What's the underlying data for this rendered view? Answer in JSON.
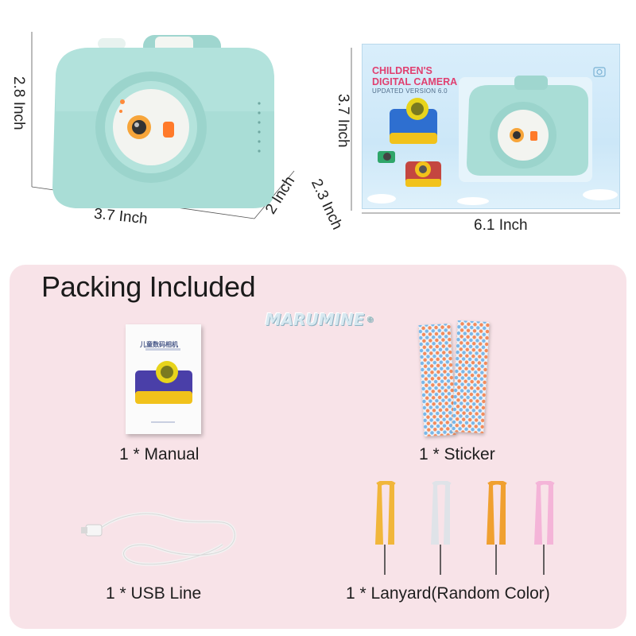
{
  "dimensions": {
    "height_camera": "2.8 Inch",
    "width_camera": "3.7 Inch",
    "depth_camera": "2 Inch",
    "height_box": "3.7 Inch",
    "depth_box": "2.3 Inch",
    "width_box": "6.1 Inch"
  },
  "box": {
    "title_line1": "CHILDREN'S",
    "title_line2": "DIGITAL CAMERA",
    "subtitle": "UPDATED VERSION 6.0"
  },
  "packing": {
    "title": "Packing Included",
    "brand": "MARUMINE",
    "brand_mark": "®",
    "manual_cover_text": "儿童数码相机",
    "items": [
      {
        "label": "1 * Manual"
      },
      {
        "label": "1 * Sticker"
      },
      {
        "label": "1 * USB Line"
      },
      {
        "label": "1 * Lanyard(Random Color)"
      }
    ]
  },
  "colors": {
    "camera_body": "#a9ddd6",
    "panel_bg": "#f8e3e8",
    "box_bg": "#d3ebf9",
    "accent_orange": "#ff7a2a"
  }
}
